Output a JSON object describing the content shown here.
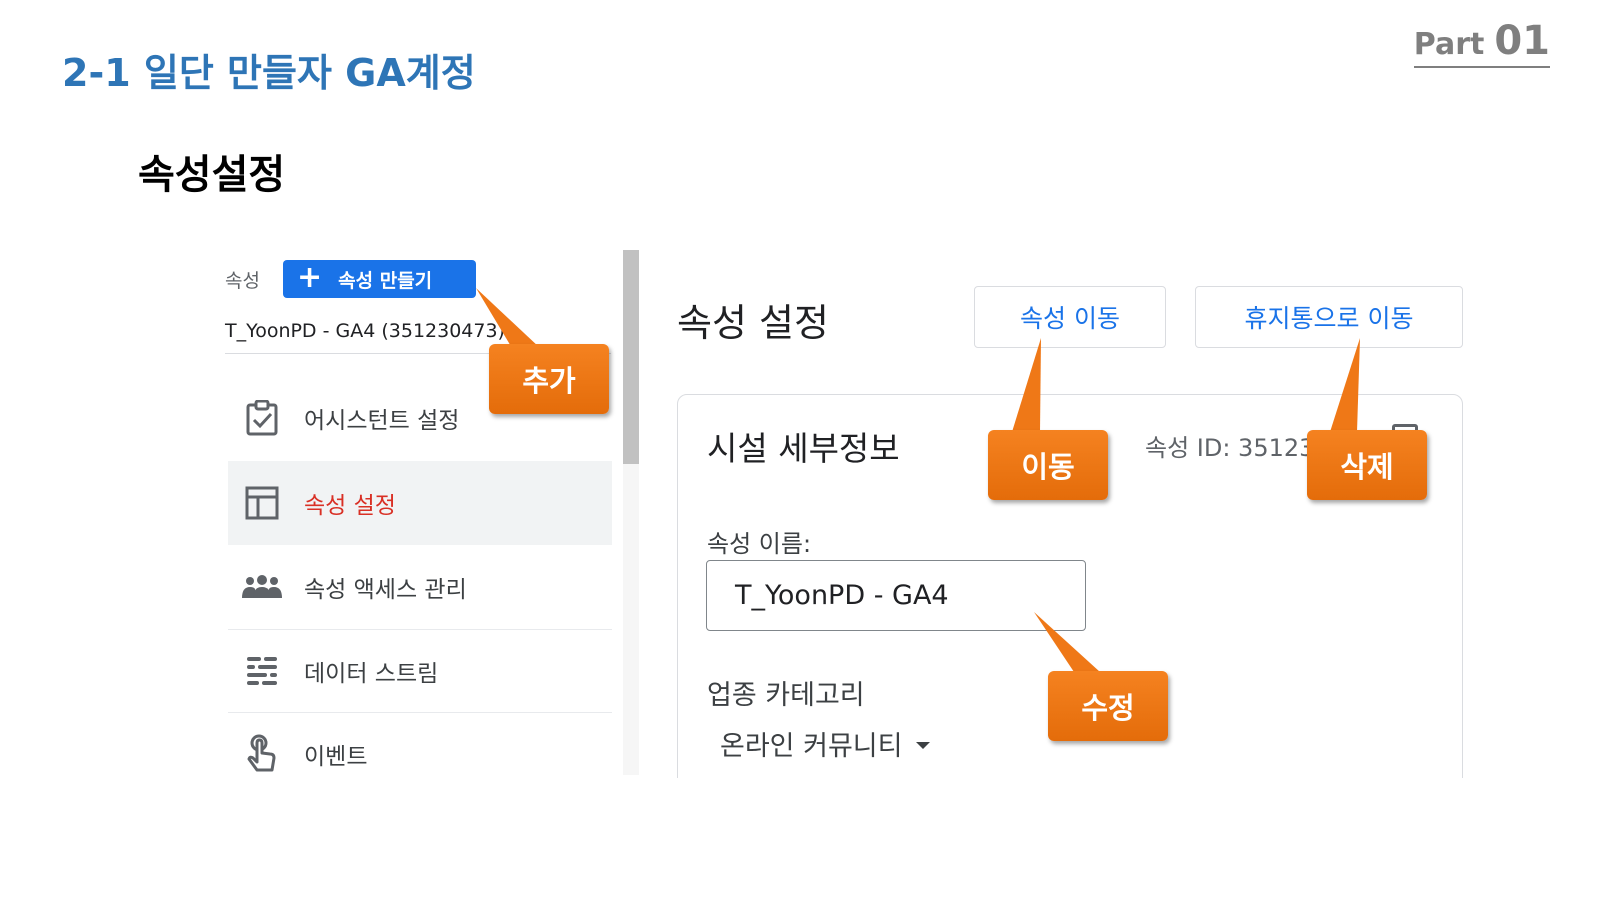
{
  "slide": {
    "title": "2-1 일단 만들자 GA계정",
    "part_word": "Part",
    "part_number": "01",
    "section_title": "속성설정"
  },
  "sidebar": {
    "property_label": "속성",
    "create_button_label": "속성 만들기",
    "property_name": "T_YoonPD - GA4 (351230473)",
    "items": [
      {
        "label": "어시스턴트 설정",
        "icon": "assistant-check-icon"
      },
      {
        "label": "속성 설정",
        "icon": "property-settings-icon",
        "active": true
      },
      {
        "label": "속성 액세스 관리",
        "icon": "people-icon"
      },
      {
        "label": "데이터 스트림",
        "icon": "data-stream-icon"
      },
      {
        "label": "이벤트",
        "icon": "touch-icon"
      }
    ]
  },
  "main": {
    "heading": "속성 설정",
    "move_property_button": "속성 이동",
    "move_to_trash_button": "휴지통으로 이동",
    "card_title": "시설 세부정보",
    "property_id_text": "속성 ID: 35123",
    "property_name_label": "속성 이름:",
    "property_name_value": "T_YoonPD - GA4",
    "category_label": "업종 카테고리",
    "category_value": "온라인 커뮤니티"
  },
  "callouts": {
    "add": "추가",
    "move": "이동",
    "delete": "삭제",
    "edit": "수정"
  },
  "colors": {
    "title_blue": "#2e75b6",
    "google_blue": "#1a73e8",
    "active_red": "#d93025",
    "callout_orange": "#f58220"
  }
}
